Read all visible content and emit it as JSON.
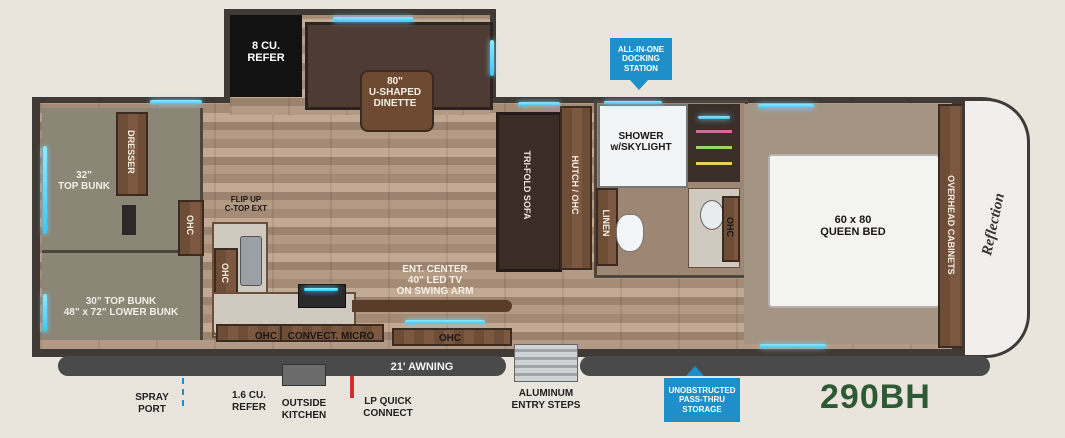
{
  "model": "290BH",
  "brand_logo": "Reflection",
  "rooms": {
    "refer": "8 CU.\nREFER",
    "dinette": "80\"\nU-SHAPED\nDINETTE",
    "top_bunk_32": "32\"\nTOP BUNK",
    "dresser": "DRESSER",
    "ohc_bunk": "OHC",
    "flip_up": "FLIP UP\nC-TOP EXT",
    "ohc_kitchen": "OHC",
    "bunks": "30\" TOP BUNK\n48\" x 72\" LOWER BUNK",
    "ohc_lower_1": "OHC",
    "convect_micro": "CONVECT. MICRO",
    "ohc_lower_2": "OHC",
    "ent_center": "ENT. CENTER\n40\" LED TV\nON SWING ARM",
    "sofa": "TRI-FOLD SOFA",
    "hutch": "HUTCH / OHC",
    "shower": "SHOWER\nw/SKYLIGHT",
    "linen": "LINEN",
    "ohc_bath": "OHC",
    "bed": "60 x 80\nQUEEN BED",
    "overhead_cabinets": "OVERHEAD CABINETS",
    "awning": "21' AWNING"
  },
  "callouts": {
    "docking": "ALL-IN-ONE\nDOCKING\nSTATION",
    "storage": "UNOBSTRUCTED\nPASS-THRU\nSTORAGE"
  },
  "exterior": {
    "spray_port": "SPRAY\nPORT",
    "refer_16": "1.6 CU.\nREFER",
    "outside_kitchen": "OUTSIDE\nKITCHEN",
    "lp_quick": "LP QUICK\nCONNECT",
    "entry_steps": "ALUMINUM\nENTRY STEPS"
  },
  "colors": {
    "callout_blue": "#1e8fc8",
    "model_green": "#2d5a34",
    "wall": "#3f3a36",
    "accent_light": "#6fd8ff"
  }
}
